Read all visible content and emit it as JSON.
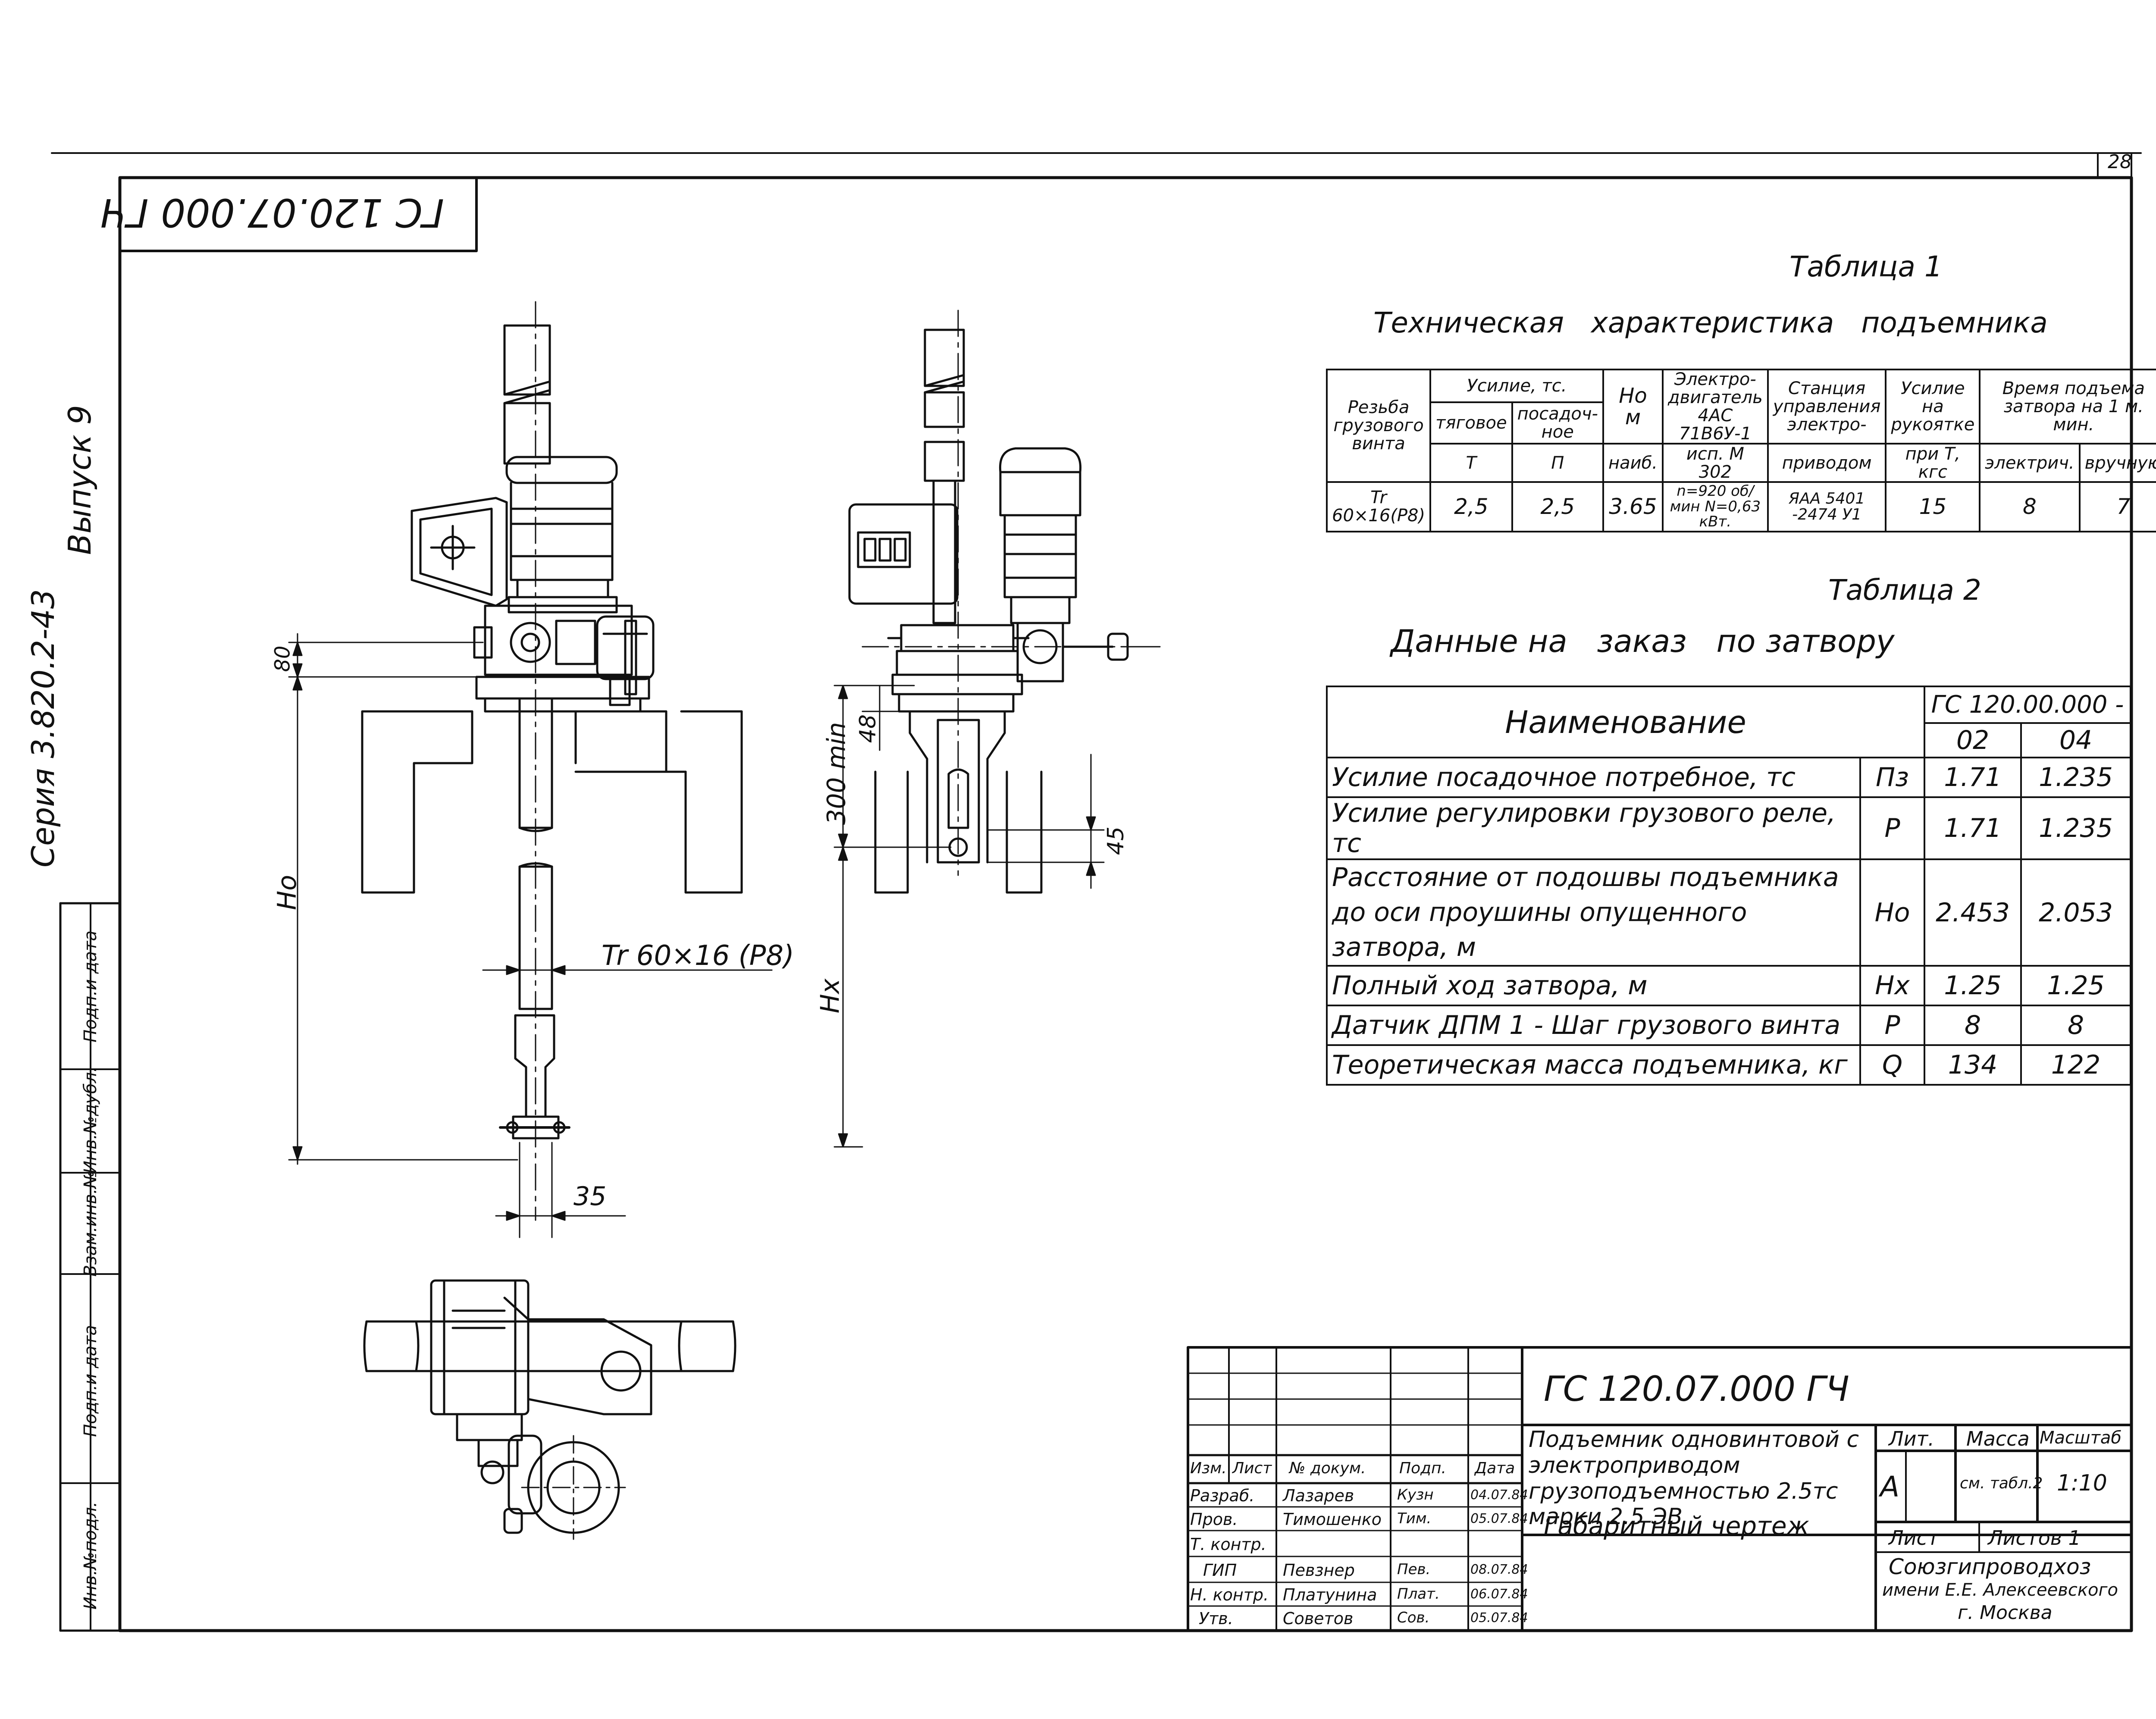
{
  "sheet": {
    "page_number": "28",
    "stamp": "ГС 120.07.000 ГЧ"
  },
  "side": {
    "series": "Серия 3.820.2-43",
    "issue": "Выпуск 9",
    "stamp_cells": [
      "Инв.№подл.",
      "Подп.и дата",
      "Взам.инв.№",
      "Инв.№дубл.",
      "Подп.и дата"
    ]
  },
  "table1": {
    "caption": "Таблица 1",
    "title": "Техническая   характеристика   подъемника",
    "head": {
      "col1": "Резьба грузового винта",
      "force": "Усилие, тс.",
      "traction": "тяговое",
      "traction_sym": "Т",
      "landing": "посадоч-ное",
      "landing_sym": "П",
      "ho": "Но",
      "ho_unit": "м",
      "ho_note": "наиб.",
      "motor": "Электро-двигатель 4АС 71В6У-1",
      "motor_note": "исп. М 302",
      "station": "Станция управления электро-",
      "station_note": "приводом",
      "handle": "Усилие на рукоятке",
      "handle_note": "при Т, кгс",
      "time": "Время подъема затвора на 1 м. мин.",
      "time_el": "электрич.",
      "time_man": "вручную"
    },
    "row": {
      "thread": "Tr 60×16(P8)",
      "t": "2,5",
      "p": "2,5",
      "ho": "3.65",
      "motor": "n=920 об/мин N=0,63 кВт.",
      "station": "ЯАА 5401 -2474 У1",
      "handle": "15",
      "el": "8",
      "man": "7"
    }
  },
  "table2": {
    "caption": "Таблица 2",
    "title": "Данные на   заказ   по затвору",
    "head": {
      "name": "Наименование",
      "code": "ГС 120.00.000 -",
      "v1": "02",
      "v2": "04"
    },
    "rows": [
      {
        "name": "Усилие посадочное потребное, тс",
        "sym": "Пз",
        "v1": "1.71",
        "v2": "1.235"
      },
      {
        "name": "Усилие регулировки грузового реле, тс",
        "sym": "Р",
        "v1": "1.71",
        "v2": "1.235"
      },
      {
        "name": "Расстояние от подошвы подъемника до оси проушины опущенного затвора, м",
        "sym": "Но",
        "v1": "2.453",
        "v2": "2.053"
      },
      {
        "name": "Полный ход затвора, м",
        "sym": "Нх",
        "v1": "1.25",
        "v2": "1.25"
      },
      {
        "name": "Датчик ДПМ 1 - Шаг грузового винта",
        "sym": "Р",
        "v1": "8",
        "v2": "8"
      },
      {
        "name": "Теоретическая масса подъемника, кг",
        "sym": "Q",
        "v1": "134",
        "v2": "122"
      }
    ]
  },
  "drawing": {
    "dim_80": "80",
    "dim_ho": "Но",
    "dim_thread": "Tr 60×16 (P8)",
    "dim_35": "35",
    "dim_300": "300 min",
    "dim_48": "48",
    "dim_45": "45",
    "dim_hx": "Нх"
  },
  "title_block": {
    "code": "ГС 120.07.000 ГЧ",
    "name": "Подъемник одновинтовой с электроприводом грузоподъемностью 2.5тс марки 2.5 ЭВ",
    "doc_type": "Габаритный чертеж",
    "headers": {
      "izm": "Изм.",
      "list": "Лист",
      "doc": "№ докум.",
      "sign": "Подп.",
      "date": "Дата"
    },
    "people": [
      {
        "role": "Разраб.",
        "name": "Лазарев",
        "sign": "Кузн",
        "date": "04.07.84"
      },
      {
        "role": "Пров.",
        "name": "Тимошенко",
        "sign": "Тим.",
        "date": "05.07.84"
      },
      {
        "role": "Т. контр.",
        "name": "",
        "sign": "",
        "date": ""
      },
      {
        "role": "ГИП",
        "name": "Певзнер",
        "sign": "Пев.",
        "date": "08.07.84"
      },
      {
        "role": "Н. контр.",
        "name": "Платунина",
        "sign": "Плат.",
        "date": "06.07.84"
      },
      {
        "role": "Утв.",
        "name": "Советов",
        "sign": "Сов.",
        "date": "05.07.84"
      }
    ],
    "lit_label": "Лит.",
    "mass_label": "Масса",
    "scale_label": "Масштаб",
    "lit": "А",
    "mass": "см. табл.2",
    "scale": "1:10",
    "sheet_label": "Лист",
    "sheets_label": "Листов 1",
    "org": [
      "Союзгипроводхоз",
      "имени Е.Е. Алексеевского",
      "г. Москва"
    ]
  }
}
